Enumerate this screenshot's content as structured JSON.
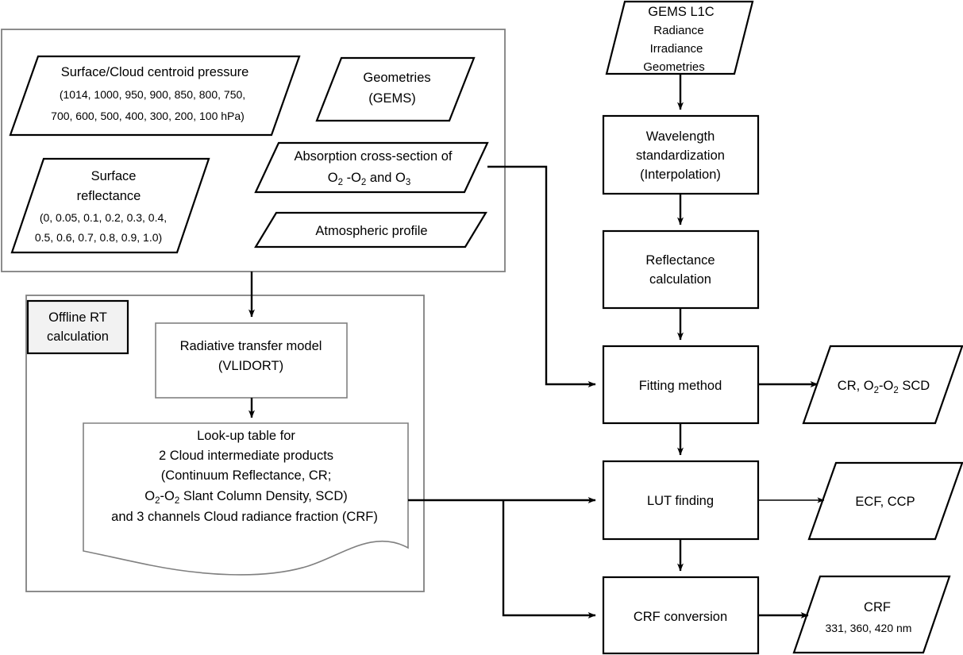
{
  "diagram": {
    "title": "GEMS cloud retrieval algorithm flowchart",
    "colors": {
      "stroke_black": "#000000",
      "stroke_gray": "#808080",
      "label_fill": "#f2f2f2",
      "background": "#ffffff"
    }
  },
  "groups": {
    "inputs_box": {
      "name": "inputs-container"
    },
    "offline_box": {
      "name": "offline-rt-container"
    },
    "offline_label": {
      "line1": "Offline RT",
      "line2": "calculation"
    }
  },
  "left": {
    "surface_cloud_pressure": {
      "line1": "Surface/Cloud centroid pressure",
      "line2": "(1014, 1000, 950, 900, 850, 800, 750,",
      "line3": "700, 600, 500, 400, 300, 200, 100 hPa)"
    },
    "geometries": {
      "line1": "Geometries",
      "line2": "(GEMS)"
    },
    "absorption": {
      "line1": "Absorption cross-section of",
      "line2_pre": "O",
      "line2_sub1": "2",
      "line2_mid": " -O",
      "line2_sub2": "2",
      "line2_post": " and O",
      "line2_sub3": "3"
    },
    "atmospheric_profile": {
      "line1": "Atmospheric profile"
    },
    "surface_reflectance": {
      "line1": "Surface",
      "line2": "reflectance",
      "line3": "(0, 0.05, 0.1, 0.2, 0.3, 0.4,",
      "line4": "0.5, 0.6, 0.7, 0.8, 0.9, 1.0)"
    },
    "rt_model": {
      "line1": "Radiative transfer model",
      "line2": "(VLIDORT)"
    },
    "lut": {
      "line1": "Look-up table for",
      "line2": "2 Cloud intermediate products",
      "line3": "(Continuum Reflectance, CR;",
      "line4_pre": "O",
      "line4_sub1": "2",
      "line4_mid": "-O",
      "line4_sub2": "2",
      "line4_post": " Slant Column Density, SCD)",
      "line5": "and 3 channels Cloud radiance fraction (CRF)"
    }
  },
  "right": {
    "gems_l1c": {
      "line1": "GEMS L1C",
      "line2": "Radiance",
      "line3": "Irradiance",
      "line4": "Geometries"
    },
    "wavelength": {
      "line1": "Wavelength",
      "line2": "standardization",
      "line3": "(Interpolation)"
    },
    "reflectance": {
      "line1": "Reflectance",
      "line2": "calculation"
    },
    "fitting": {
      "line1": "Fitting method"
    },
    "lut_finding": {
      "line1": "LUT finding"
    },
    "crf_conversion": {
      "line1": "CRF conversion"
    }
  },
  "outputs": {
    "cr_scd": {
      "pre": "CR, O",
      "sub1": "2",
      "mid": "-O",
      "sub2": "2",
      "post": " SCD"
    },
    "ecf_ccp": {
      "line1": "ECF, CCP"
    },
    "crf": {
      "line1": "CRF",
      "line2": "331, 360, 420 nm"
    }
  }
}
